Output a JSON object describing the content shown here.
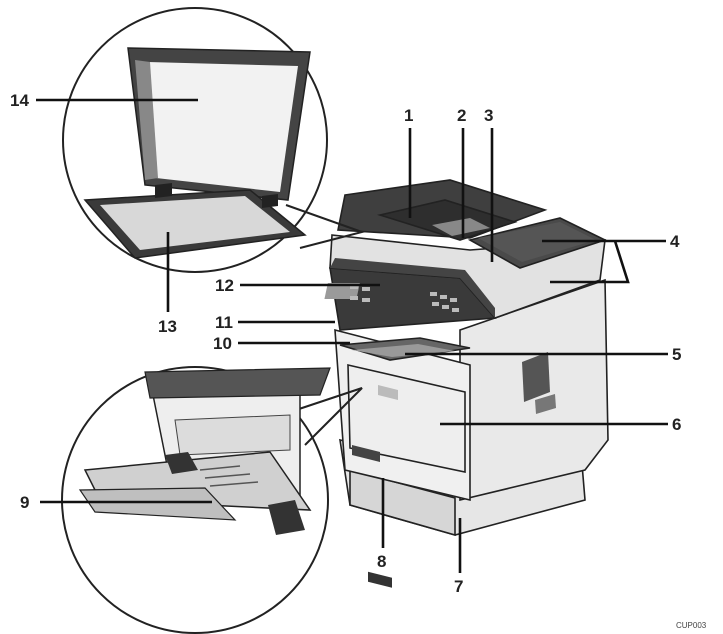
{
  "diagram": {
    "callouts": [
      {
        "id": "c1",
        "label": "1"
      },
      {
        "id": "c2",
        "label": "2"
      },
      {
        "id": "c3",
        "label": "3"
      },
      {
        "id": "c4",
        "label": "4"
      },
      {
        "id": "c5",
        "label": "5"
      },
      {
        "id": "c6",
        "label": "6"
      },
      {
        "id": "c7",
        "label": "7"
      },
      {
        "id": "c8",
        "label": "8"
      },
      {
        "id": "c9",
        "label": "9"
      },
      {
        "id": "c10",
        "label": "10"
      },
      {
        "id": "c11",
        "label": "11"
      },
      {
        "id": "c12",
        "label": "12"
      },
      {
        "id": "c13",
        "label": "13"
      },
      {
        "id": "c14",
        "label": "14"
      }
    ],
    "corner_code": "CUP003"
  },
  "colors": {
    "body_light": "#eeeeee",
    "body_mid": "#c8c8c8",
    "body_dark": "#3a3a3a",
    "outline": "#222222"
  }
}
